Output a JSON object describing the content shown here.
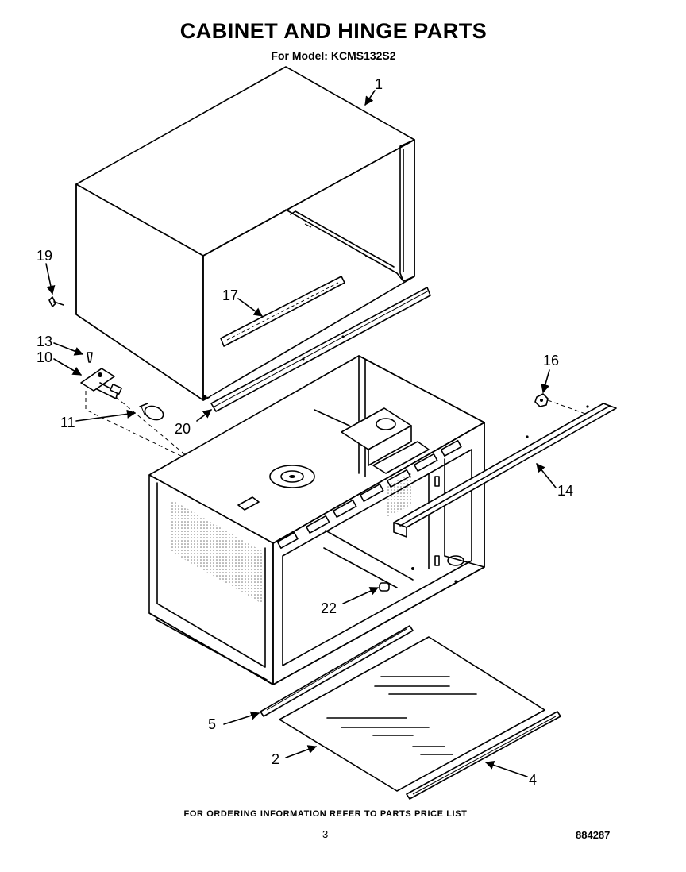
{
  "header": {
    "title": "CABINET AND HINGE PARTS",
    "model": "For Model: KCMS132S2"
  },
  "callouts": [
    "1",
    "19",
    "17",
    "13",
    "10",
    "11",
    "20",
    "16",
    "14",
    "22",
    "5",
    "2",
    "4"
  ],
  "footer": {
    "note": "FOR ORDERING INFORMATION REFER TO PARTS PRICE LIST",
    "page": "3",
    "doc_number": "884287"
  }
}
